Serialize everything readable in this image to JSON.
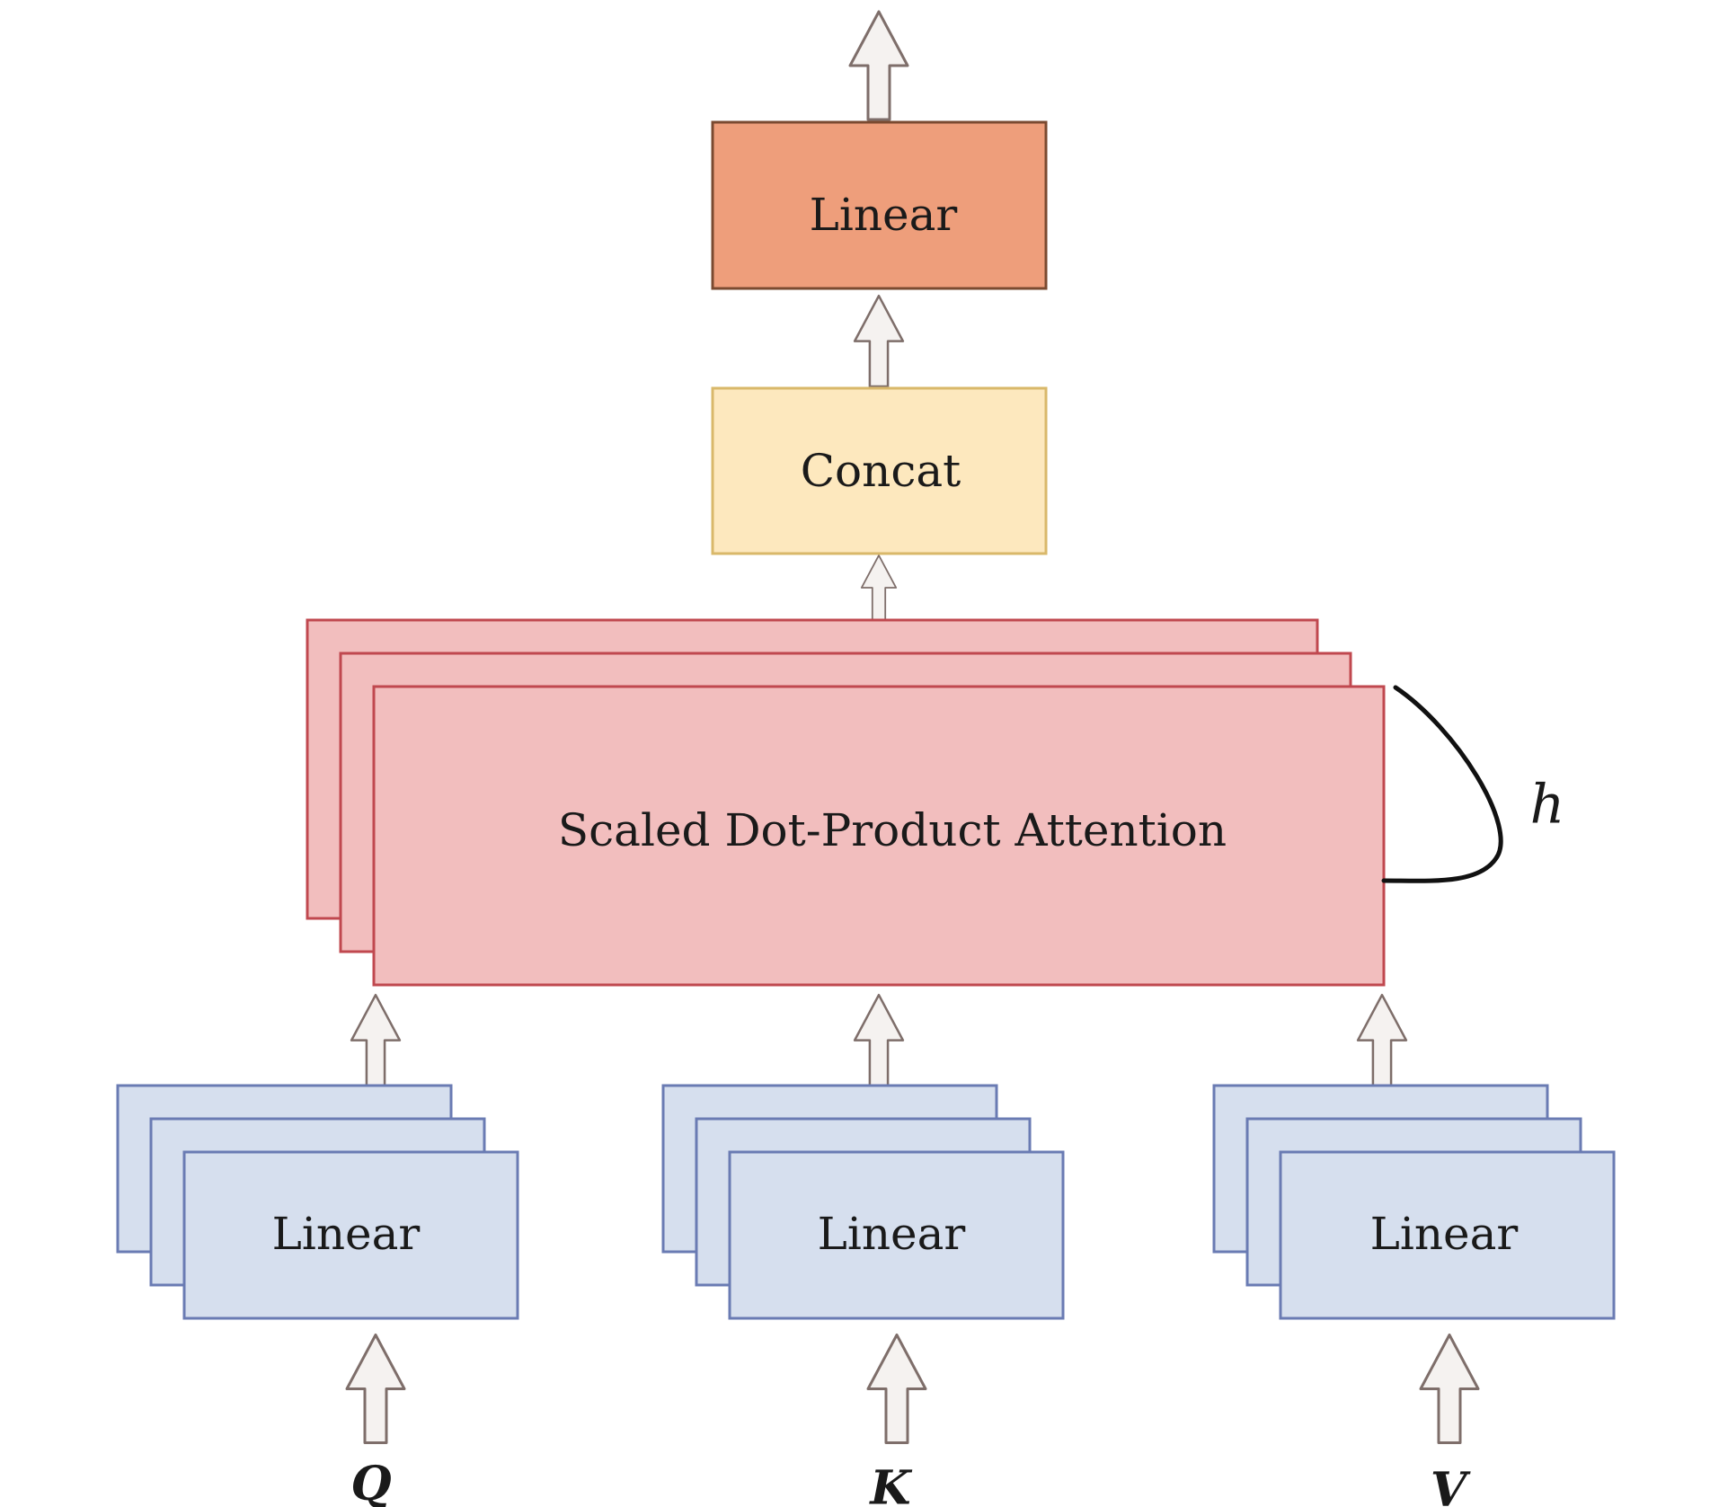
{
  "diagram": {
    "output_linear_label": "Linear",
    "concat_label": "Concat",
    "attention_label": "Scaled Dot-Product Attention",
    "heads_label": "h",
    "inputs": [
      {
        "linear_label": "Linear",
        "var_label": "Q"
      },
      {
        "linear_label": "Linear",
        "var_label": "K"
      },
      {
        "linear_label": "Linear",
        "var_label": "V"
      }
    ]
  },
  "colors": {
    "linear_out_fill": "#EE9E7B",
    "linear_out_stroke": "#7A4A30",
    "concat_fill": "#FDE8BE",
    "concat_stroke": "#D9B86A",
    "attention_fill": "#F2BEBE",
    "attention_stroke": "#C0484F",
    "input_fill": "#D6DFEE",
    "input_stroke": "#6A7BB3",
    "arrow_fill": "#F5F2F0",
    "arrow_stroke": "#7E6E6A"
  }
}
